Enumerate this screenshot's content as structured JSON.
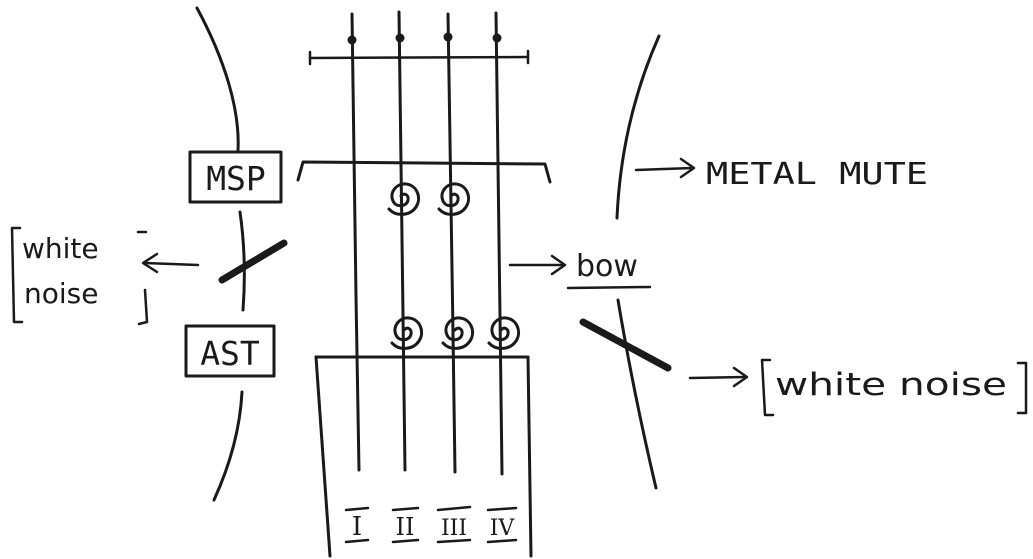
{
  "labels": {
    "msp": "MSP",
    "ast": "AST",
    "metal_mute": "METAL MUTE",
    "bow": "bow",
    "white_noise_left_line1": "white",
    "white_noise_left_line2": "noise",
    "white_noise_right": "white noise"
  },
  "strings": [
    {
      "numeral": "I"
    },
    {
      "numeral": "II"
    },
    {
      "numeral": "III"
    },
    {
      "numeral": "IV"
    }
  ]
}
